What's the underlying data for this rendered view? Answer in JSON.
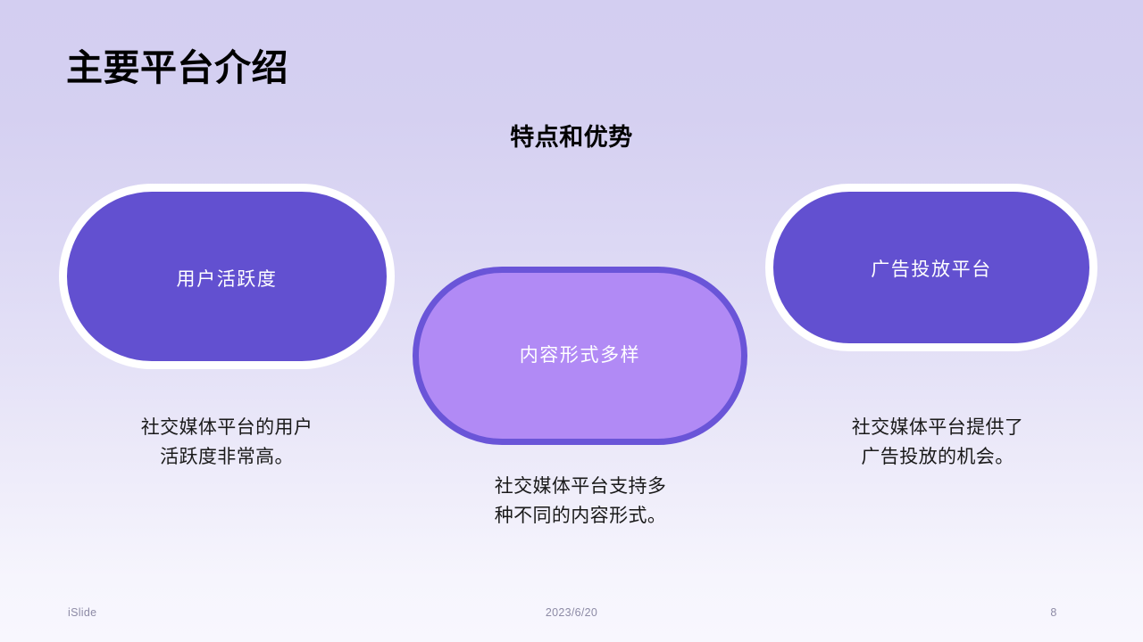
{
  "slide": {
    "title": "主要平台介绍",
    "subtitle": "特点和优势",
    "background": {
      "gradient_from": "#d3cef1",
      "gradient_to": "#f8f7fe"
    }
  },
  "pills": [
    {
      "label": "用户活跃度",
      "fill": "#6250d0",
      "border": "#ffffff",
      "text_color": "#ffffff",
      "caption": "社交媒体平台的用户\n活跃度非常高。"
    },
    {
      "label": "内容形式多样",
      "fill": "#b18af5",
      "border": "#6a55d8",
      "text_color": "#ffffff",
      "caption": "社交媒体平台支持多\n种不同的内容形式。"
    },
    {
      "label": "广告投放平台",
      "fill": "#6250d0",
      "border": "#ffffff",
      "text_color": "#ffffff",
      "caption": "社交媒体平台提供了\n广告投放的机会。"
    }
  ],
  "footer": {
    "brand": "iSlide",
    "date": "2023/6/20",
    "page_number": "8"
  }
}
